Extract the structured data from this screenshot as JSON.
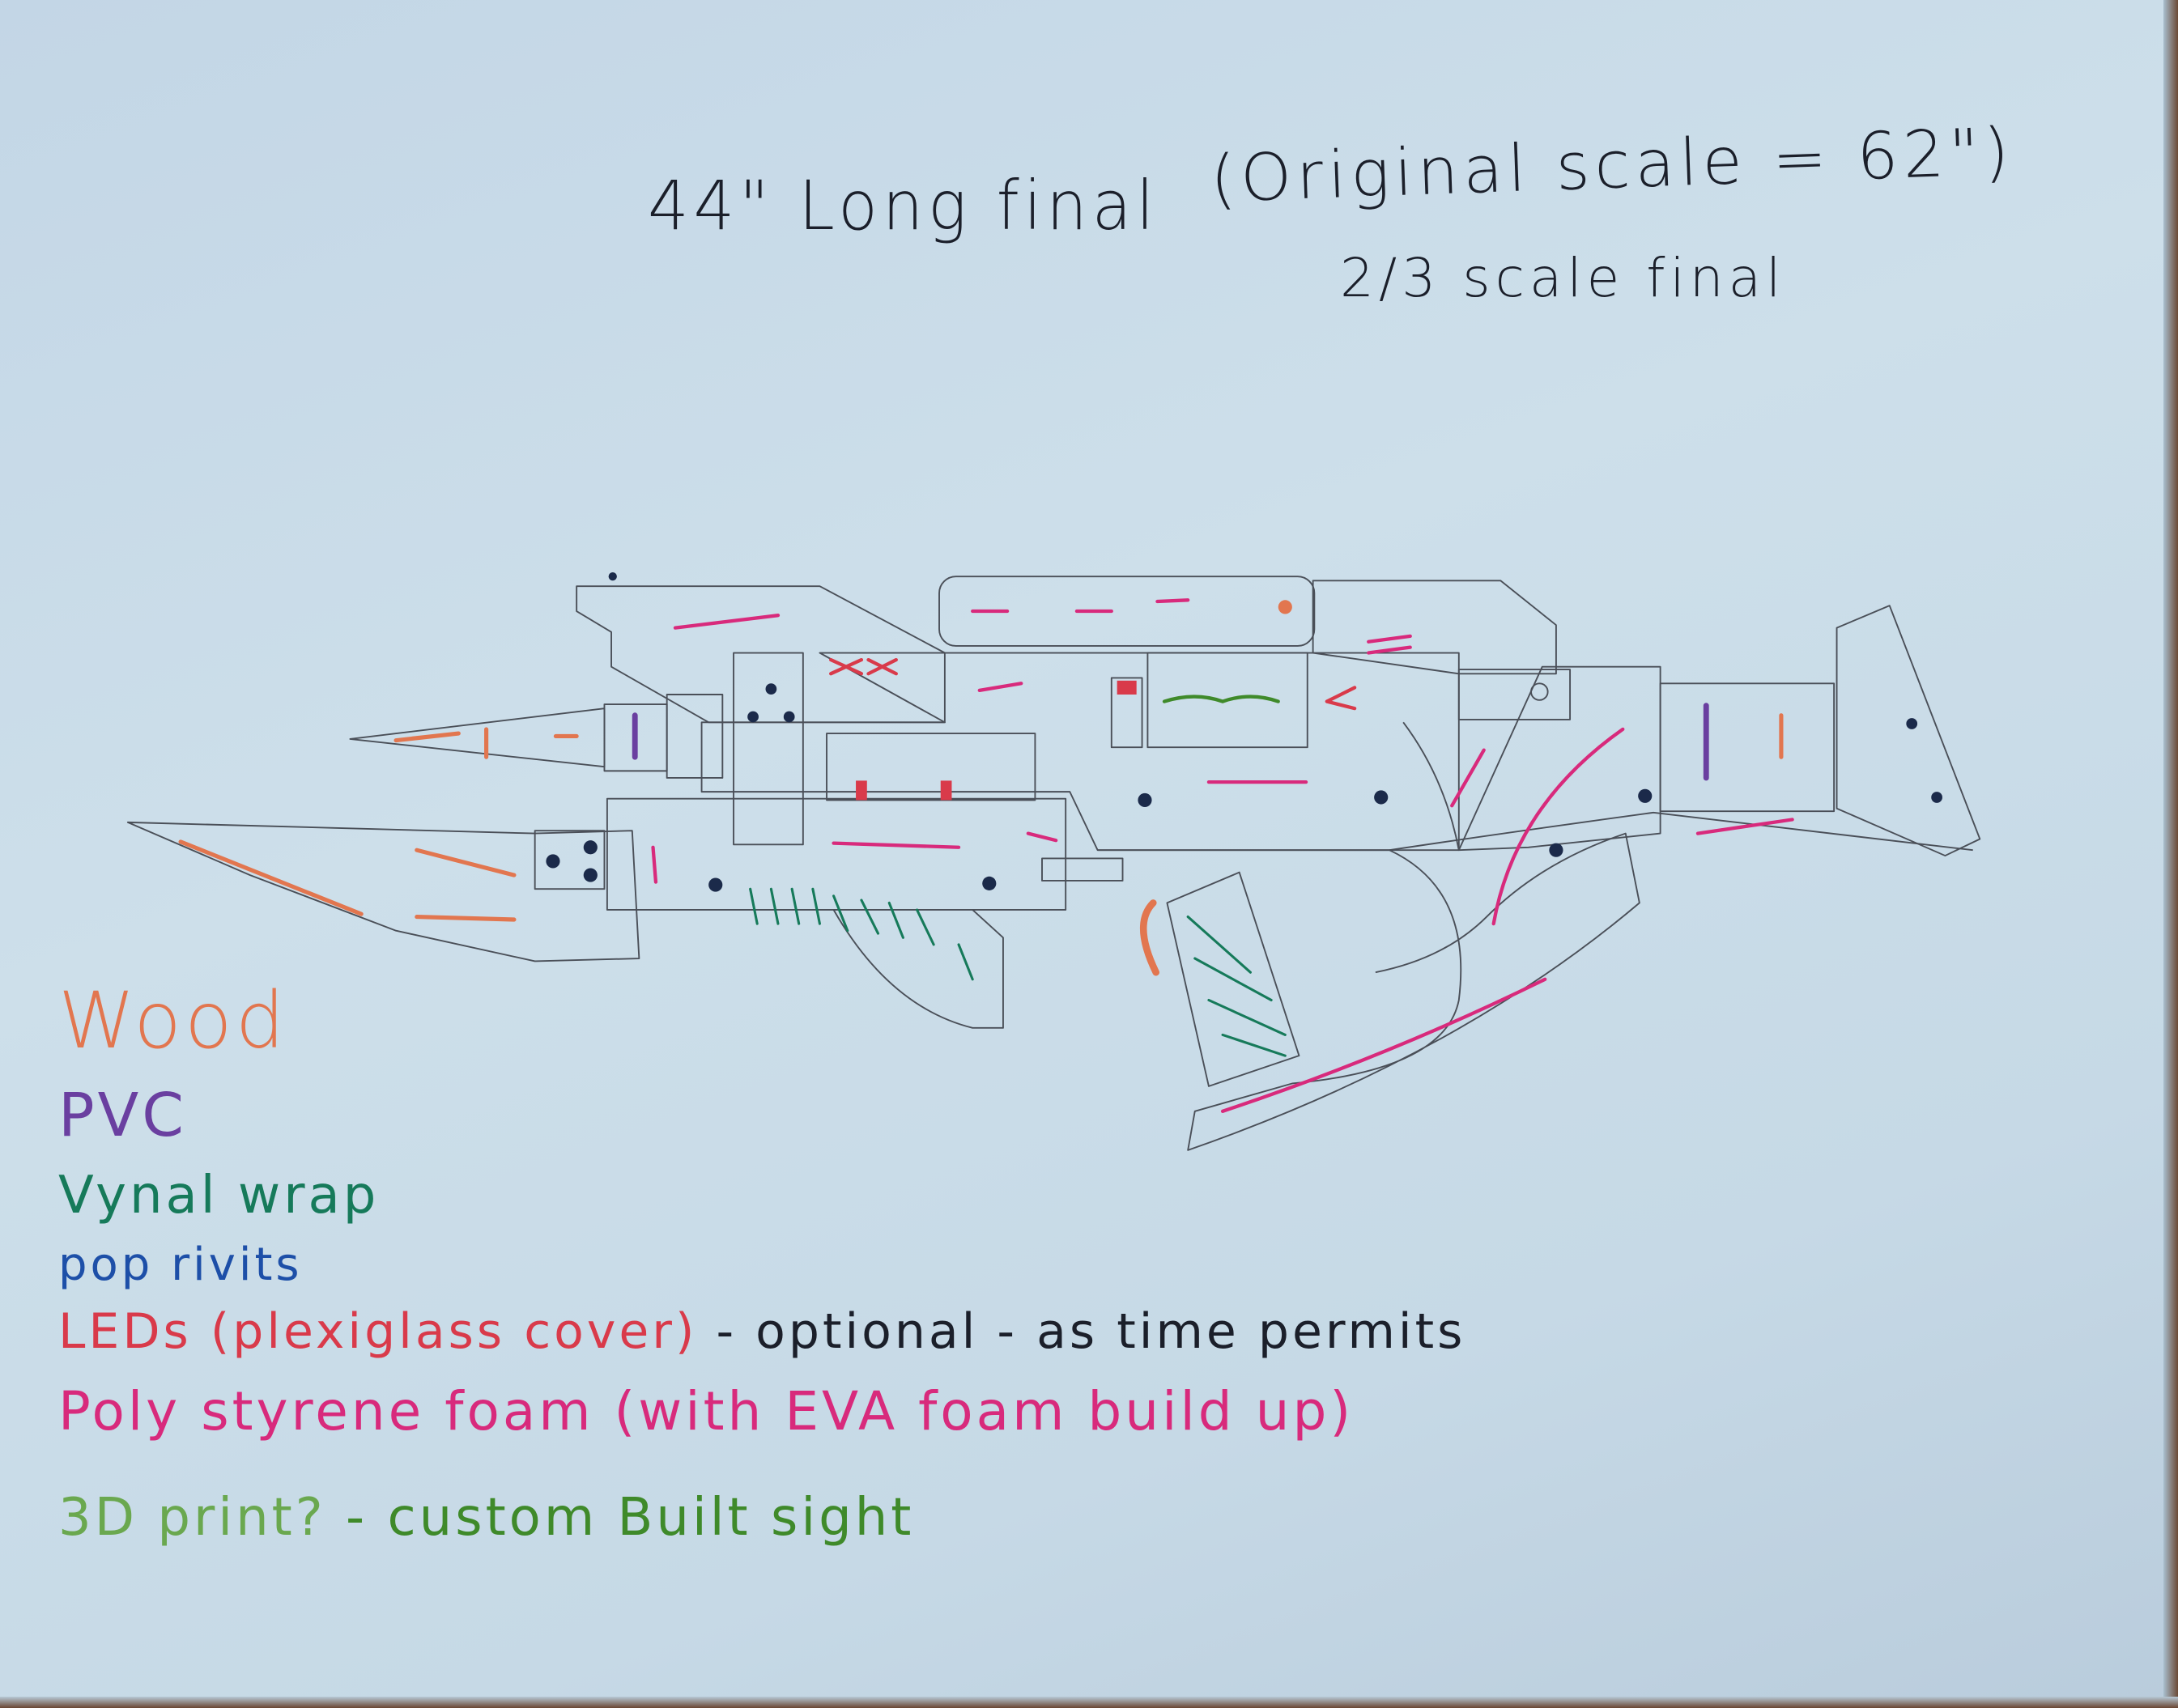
{
  "header": {
    "title": "44\" Long final",
    "original_scale": "(Original scale = 62\")",
    "scale_note": "2/3 scale final"
  },
  "legend": {
    "wood": {
      "label": "Wood",
      "color": "#e2764f"
    },
    "pvc": {
      "label": "PVC",
      "color": "#6a3fa0"
    },
    "vinyl": {
      "label": "Vynal wrap",
      "color": "#167a5a"
    },
    "rivets": {
      "label": "pop rivits",
      "color": "#1d4fa8"
    },
    "leds": {
      "label": "LEDs (plexiglass cover)",
      "note": " - optional - as time permits",
      "color": "#d93a4a"
    },
    "foam": {
      "label": "Poly styrene foam (with EVA foam build up)",
      "color": "#d82a7c"
    },
    "print": {
      "label": "3D print?",
      "note": " - custom Built sight",
      "color": "#6aa84f",
      "note_color": "#3f8a2a"
    }
  }
}
